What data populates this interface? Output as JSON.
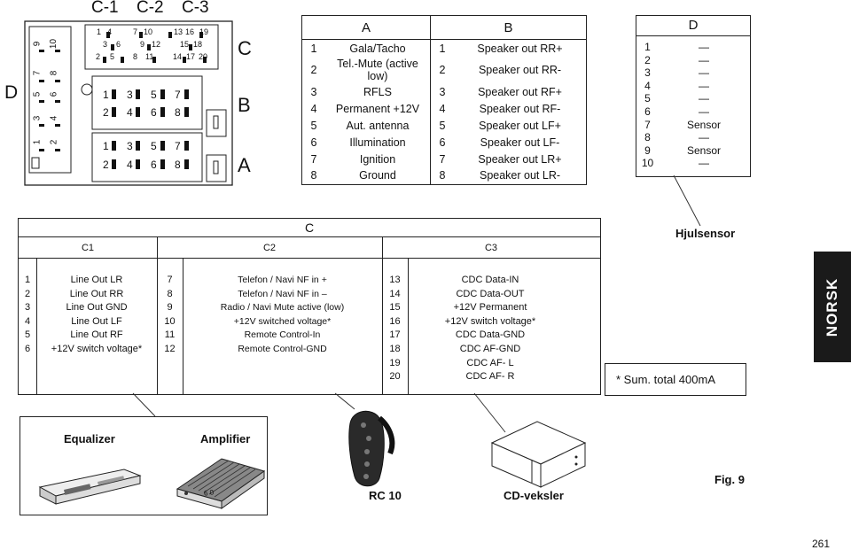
{
  "connector": {
    "top_labels": [
      "C-1",
      "C-2",
      "C-3"
    ],
    "side_label": "D",
    "right_labels": [
      "C",
      "B",
      "A"
    ],
    "c_pins_row1": [
      "1",
      "4",
      "7",
      "10",
      "13",
      "16",
      "19"
    ],
    "c_pins_row2": [
      "3",
      "6",
      "9",
      "12",
      "15",
      "18"
    ],
    "c_pins_row3": [
      "2",
      "5",
      "8",
      "11",
      "14",
      "17",
      "20"
    ],
    "d_pins_left": [
      "9",
      "7",
      "5",
      "3",
      "1"
    ],
    "d_pins_right": [
      "10",
      "8",
      "6",
      "4",
      "2"
    ],
    "b_pins_top": [
      "1",
      "3",
      "5",
      "7"
    ],
    "b_pins_bottom": [
      "2",
      "4",
      "6",
      "8"
    ],
    "a_pins_top": [
      "1",
      "3",
      "5",
      "7"
    ],
    "a_pins_bottom": [
      "2",
      "4",
      "6",
      "8"
    ]
  },
  "table_ab": {
    "header_a": "A",
    "header_b": "B",
    "rows": [
      {
        "a_num": "1",
        "a_label": "Gala/Tacho",
        "b_num": "1",
        "b_label": "Speaker out RR+"
      },
      {
        "a_num": "2",
        "a_label": "Tel.-Mute (active low)",
        "b_num": "2",
        "b_label": "Speaker out RR-"
      },
      {
        "a_num": "3",
        "a_label": "RFLS",
        "b_num": "3",
        "b_label": "Speaker out RF+"
      },
      {
        "a_num": "4",
        "a_label": "Permanent +12V",
        "b_num": "4",
        "b_label": "Speaker out RF-"
      },
      {
        "a_num": "5",
        "a_label": "Aut. antenna",
        "b_num": "5",
        "b_label": "Speaker out LF+"
      },
      {
        "a_num": "6",
        "a_label": "Illumination",
        "b_num": "6",
        "b_label": "Speaker out LF-"
      },
      {
        "a_num": "7",
        "a_label": "Ignition",
        "b_num": "7",
        "b_label": "Speaker out LR+"
      },
      {
        "a_num": "8",
        "a_label": "Ground",
        "b_num": "8",
        "b_label": "Speaker out LR-"
      }
    ]
  },
  "table_d": {
    "header": "D",
    "rows": [
      {
        "num": "1",
        "label": "—"
      },
      {
        "num": "2",
        "label": "—"
      },
      {
        "num": "3",
        "label": "—"
      },
      {
        "num": "4",
        "label": "—"
      },
      {
        "num": "5",
        "label": "—"
      },
      {
        "num": "6",
        "label": "—"
      },
      {
        "num": "7",
        "label": "Sensor"
      },
      {
        "num": "8",
        "label": "—"
      },
      {
        "num": "9",
        "label": "Sensor"
      },
      {
        "num": "10",
        "label": "—"
      }
    ]
  },
  "table_c": {
    "header": "C",
    "c1_header": "C1",
    "c2_header": "C2",
    "c3_header": "C3",
    "c1": [
      {
        "num": "1",
        "label": "Line Out LR"
      },
      {
        "num": "2",
        "label": "Line Out RR"
      },
      {
        "num": "3",
        "label": "Line Out GND"
      },
      {
        "num": "4",
        "label": "Line Out LF"
      },
      {
        "num": "5",
        "label": "Line Out RF"
      },
      {
        "num": "6",
        "label": "+12V switch voltage*"
      }
    ],
    "c2": [
      {
        "num": "7",
        "label": "Telefon / Navi NF  in +"
      },
      {
        "num": "8",
        "label": "Telefon / Navi NF  in –"
      },
      {
        "num": "9",
        "label": "Radio / Navi Mute active (low)"
      },
      {
        "num": "10",
        "label": "+12V switched voltage*"
      },
      {
        "num": "11",
        "label": "Remote Control-In"
      },
      {
        "num": "12",
        "label": "Remote Control-GND"
      }
    ],
    "c3": [
      {
        "num": "13",
        "label": "CDC Data-IN"
      },
      {
        "num": "14",
        "label": "CDC Data-OUT"
      },
      {
        "num": "15",
        "label": "+12V Permanent"
      },
      {
        "num": "16",
        "label": "+12V switch voltage*"
      },
      {
        "num": "17",
        "label": "CDC Data-GND"
      },
      {
        "num": "18",
        "label": "CDC AF-GND"
      },
      {
        "num": "19",
        "label": "CDC AF- L"
      },
      {
        "num": "20",
        "label": "CDC AF- R"
      }
    ]
  },
  "hjulsensor": "Hjulsensor",
  "footnote": "* Sum. total 400mA",
  "side_tab": "NORSK",
  "devices": {
    "equalizer": "Equalizer",
    "amplifier": "Amplifier",
    "rc10": "RC 10",
    "cd_changer": "CD-veksler",
    "amp_front_text": "6  0"
  },
  "fig_label": "Fig. 9",
  "page_number": "261"
}
